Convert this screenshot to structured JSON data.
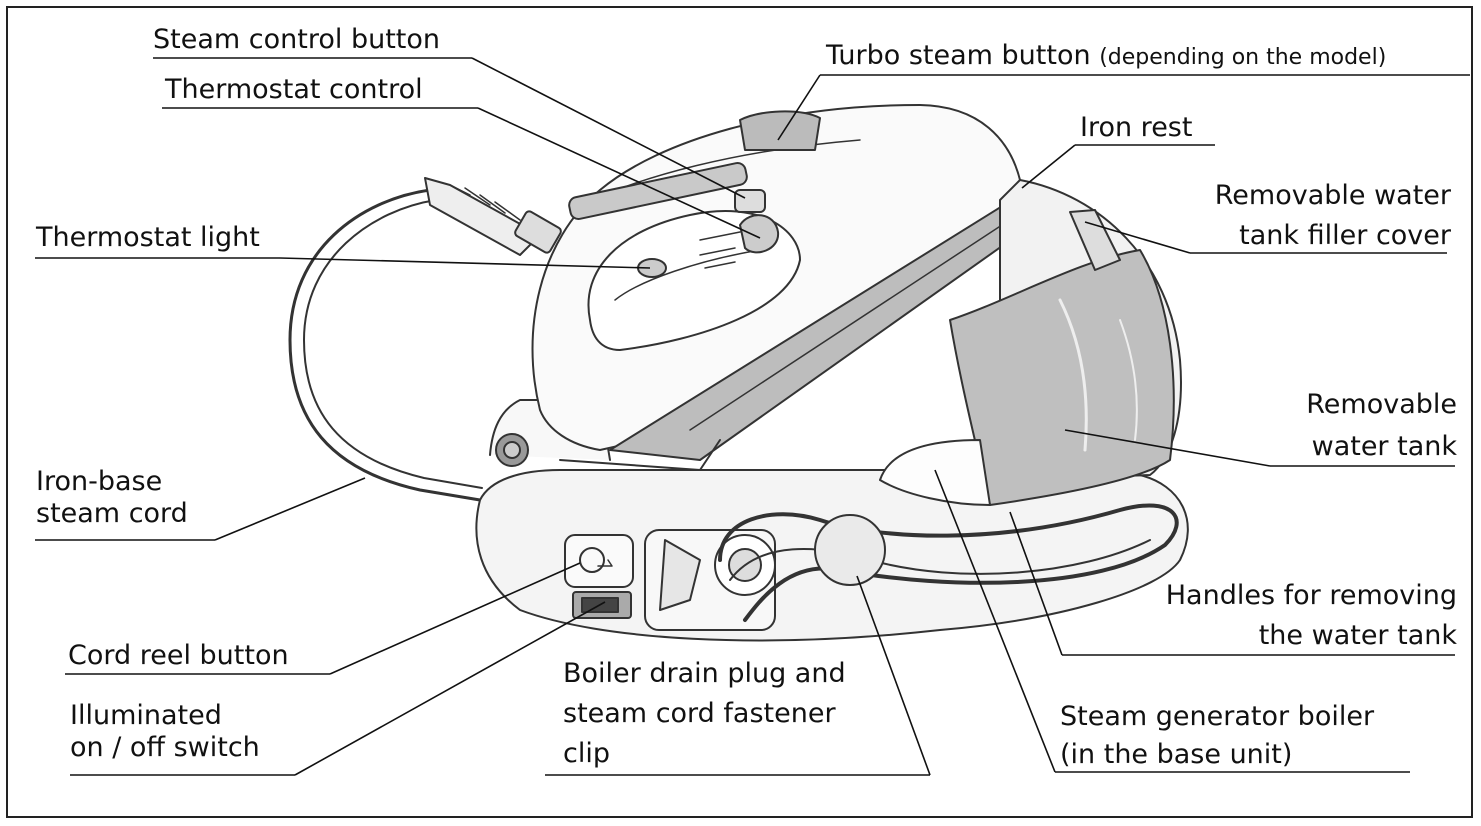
{
  "labels": {
    "steam_control_button": "Steam control button",
    "thermostat_control": "Thermostat control",
    "thermostat_light": "Thermostat light",
    "iron_base_steam_cord": [
      "Iron-base",
      "steam cord"
    ],
    "cord_reel_button": "Cord reel button",
    "illuminated_switch": [
      "Illuminated",
      "on / off switch"
    ],
    "boiler_drain_plug": [
      "Boiler drain plug and",
      "steam cord fastener",
      "clip"
    ],
    "turbo_steam_button": "Turbo steam button",
    "turbo_steam_note": "(depending on the model)",
    "iron_rest": "Iron rest",
    "filler_cover": [
      "Removable water",
      "tank filler cover"
    ],
    "water_tank": [
      "Removable",
      "water tank"
    ],
    "tank_handles": [
      "Handles for removing",
      "the water tank"
    ],
    "boiler": [
      "Steam generator boiler",
      "(in the base unit)"
    ]
  }
}
